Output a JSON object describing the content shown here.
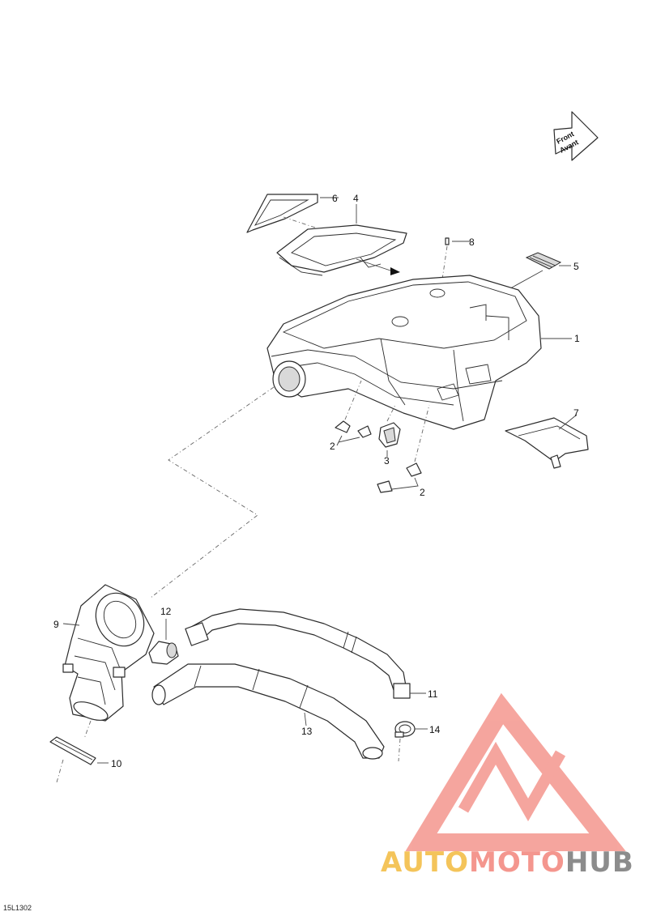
{
  "front_arrow": {
    "line1": "Front",
    "line2": "Avant"
  },
  "callouts": [
    "1",
    "2",
    "2",
    "3",
    "4",
    "5",
    "6",
    "7",
    "8",
    "9",
    "10",
    "11",
    "12",
    "13",
    "14"
  ],
  "drawing_code": "15L1302",
  "watermark": {
    "part1": "AUTO",
    "part2": "MOTO",
    "part3": "HUB"
  },
  "colors": {
    "watermark_red": "#f4968e",
    "watermark_yellow": "#f4c45a",
    "watermark_gray": "#8c8c8c",
    "line": "#2b2b2b"
  }
}
